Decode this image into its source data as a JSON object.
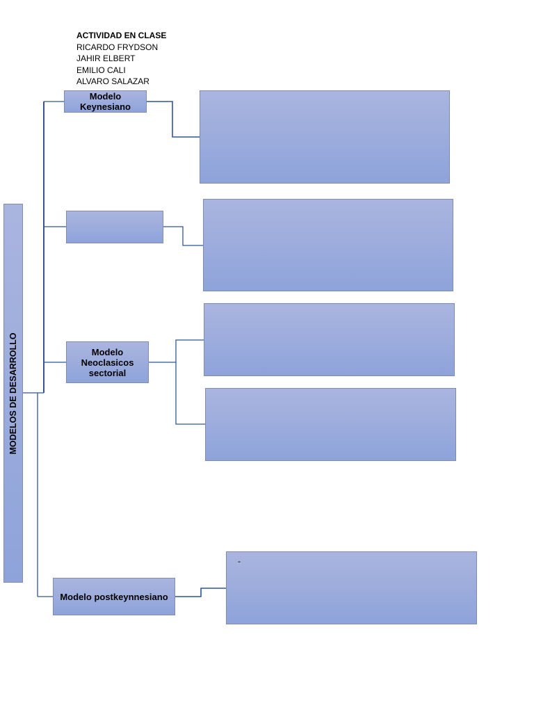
{
  "header": {
    "title": "ACTIVIDAD EN CLASE",
    "members": [
      "RICARDO FRYDSON",
      "JAHIR ELBERT",
      "EMILIO CALI",
      "ALVARO SALAZAR"
    ]
  },
  "root": {
    "label": "MODELOS DE DESARROLLO"
  },
  "branches": [
    {
      "label": "Modelo Keynesiano"
    },
    {
      "label": ""
    },
    {
      "label": "Modelo Neoclasicos sectorial"
    },
    {
      "label": "Modelo postkeynnesiano"
    }
  ],
  "details": {
    "postkeynesiano_text": "-"
  },
  "colors": {
    "box_top": "#aab5df",
    "box_bottom": "#8ea3da",
    "connector": "#2f5597"
  }
}
